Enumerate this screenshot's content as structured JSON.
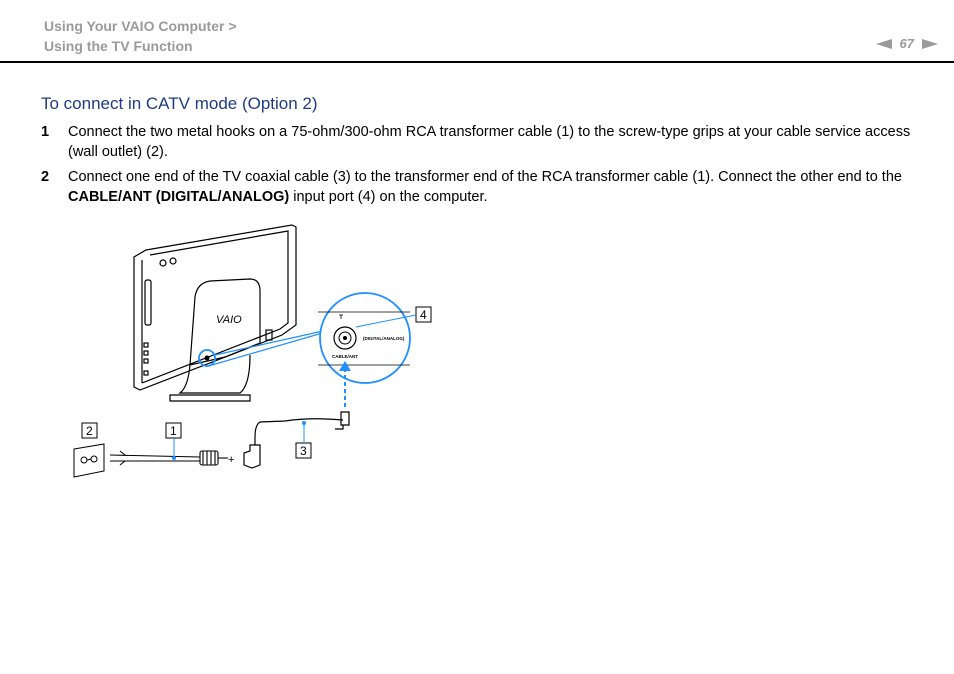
{
  "header": {
    "breadcrumb_line1": "Using Your VAIO Computer >",
    "breadcrumb_line2": "Using the TV Function",
    "page_number": "67"
  },
  "section_title": "To connect in CATV mode (Option 2)",
  "steps": [
    {
      "number": "1",
      "text": "Connect the two metal hooks on a 75-ohm/300-ohm RCA transformer cable (1) to the screw-type grips at your cable service access (wall outlet) (2)."
    },
    {
      "number": "2",
      "text_before": "Connect one end of the TV coaxial cable (3) to the transformer end of the RCA transformer cable (1). Connect the other end to the ",
      "text_bold": "CABLE/ANT (DIGITAL/ANALOG)",
      "text_after": " input port (4) on the computer."
    }
  ],
  "diagram": {
    "brand_logo": "VAIO",
    "port_label": "CABLE/ANT",
    "port_sublabel": "(DIGITAL/ANALOG)",
    "callouts": [
      "1",
      "2",
      "3",
      "4"
    ],
    "plus_sign": "+"
  }
}
